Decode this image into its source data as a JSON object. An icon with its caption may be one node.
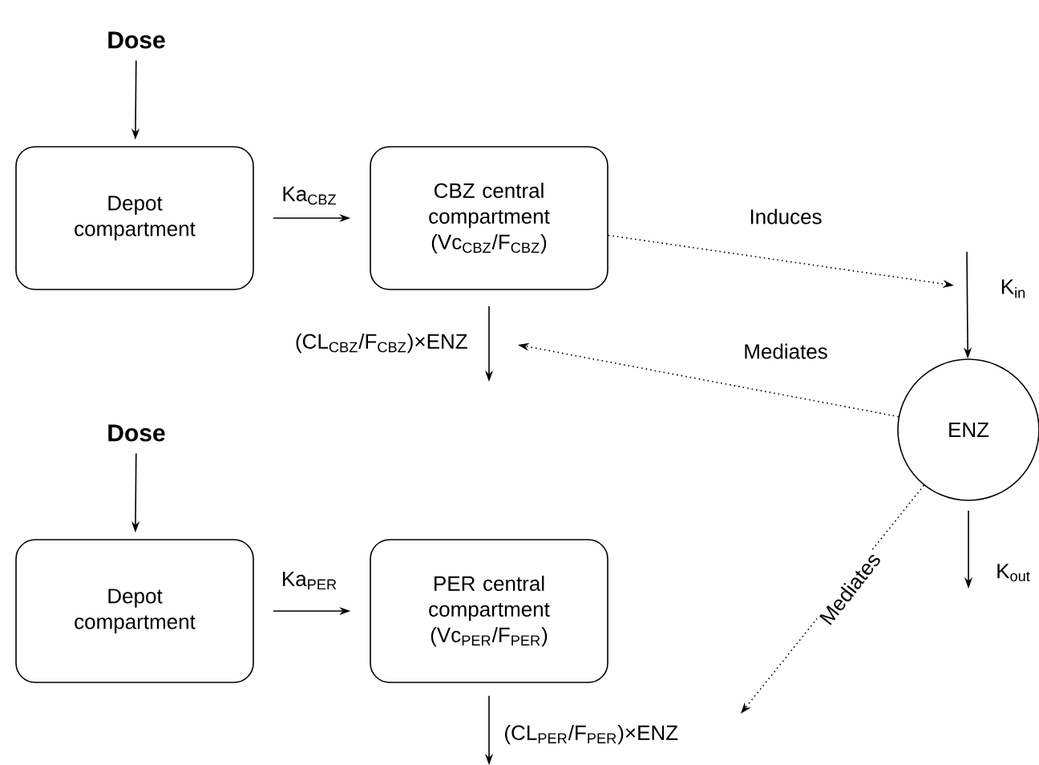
{
  "diagram": {
    "nodes": [
      {
        "text": [
          "Dose"
        ]
      },
      {
        "text": [
          "Depot compartment"
        ]
      },
      {
        "text": [
          "CBZ central compartment (Vc$_{CBZ}$/F$_{CBZ}$)"
        ]
      },
      {
        "text": [
          "ENZ"
        ]
      },
      {
        "text": [
          "Dose"
        ]
      },
      {
        "text": [
          "Depot compartment"
        ]
      },
      {
        "text": [
          "PER central compartment (Vc$_{PER}$/F$_{PER}$)"
        ]
      }
    ],
    "edges": [
      {
        "from": 0,
        "to": 1,
        "arrow": "to"
      },
      {
        "from": 1,
        "to": 2,
        "arrow": "to",
        "label": "Ka$_{CBZ}$"
      },
      {
        "from": 2,
        "to": null,
        "arrow": "to",
        "label": "(CL$_{CBZ}$/F$_{CBZ}$)×ENZ"
      },
      {
        "from": 2,
        "to": null,
        "arrow": "to",
        "label": "Induces",
        "style": "dashed"
      },
      {
        "from": null,
        "to": 3,
        "arrow": "to",
        "label": "K$_{in}$"
      },
      {
        "from": 3,
        "to": null,
        "arrow": "to",
        "label": "Mediates",
        "style": "dashed"
      },
      {
        "from": 3,
        "to": null,
        "arrow": "to",
        "label": "K$_{out}$"
      },
      {
        "from": 4,
        "to": 5,
        "arrow": "to"
      },
      {
        "from": 5,
        "to": 6,
        "arrow": "to",
        "label": "Ka$_{PER}$"
      },
      {
        "from": 6,
        "to": null,
        "arrow": "to",
        "label": "(CL$_{PER}$/F$_{PER}$)×ENZ"
      },
      {
        "from": 3,
        "to": null,
        "arrow": "to",
        "label": "Mediates",
        "style": "dashed"
      }
    ]
  }
}
